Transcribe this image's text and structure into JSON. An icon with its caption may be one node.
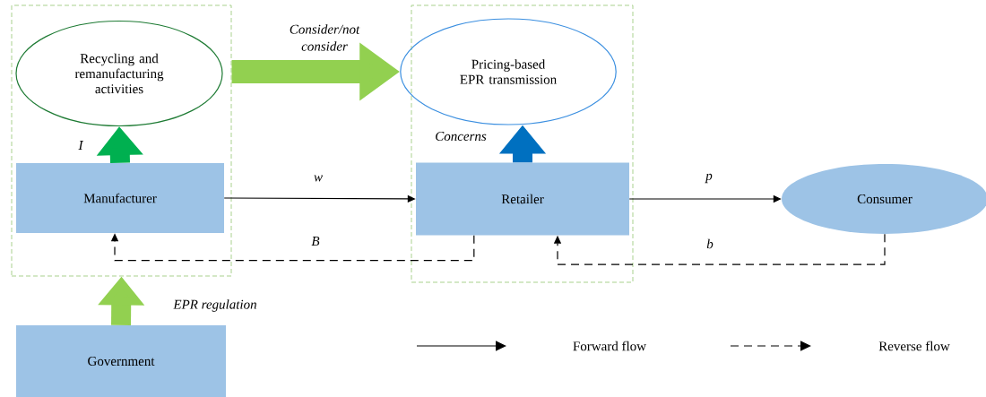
{
  "diagram": {
    "nodes": [
      {
        "text": [],
        "shape": "box"
      },
      {
        "text": [
          "Recycling and remanufacturing activities"
        ],
        "in": 0
      },
      {
        "text": [
          "Manufacturer"
        ],
        "in": 0
      },
      {
        "text": [],
        "shape": "box"
      },
      {
        "text": [
          "Pricing-based EPR transmission"
        ],
        "in": 3
      },
      {
        "text": [
          "Retailer"
        ],
        "in": 3
      },
      {
        "text": [
          "Consumer"
        ]
      },
      {
        "text": [
          "Government"
        ]
      }
    ],
    "edges": [
      {
        "from": 0,
        "to": 4,
        "arrow": "to",
        "label": "Consider/not consider",
        "style": "thick",
        "color": "#92d050"
      },
      {
        "from": 2,
        "to": 1,
        "arrow": "to",
        "label": "I",
        "style": "thick",
        "color": "#00b050"
      },
      {
        "from": 5,
        "to": 4,
        "arrow": "to",
        "label": "Concerns",
        "style": "thick",
        "color": "#0070c0"
      },
      {
        "from": 2,
        "to": 5,
        "arrow": "to",
        "label": "w"
      },
      {
        "from": 5,
        "to": 6,
        "arrow": "to",
        "label": "p"
      },
      {
        "from": 5,
        "to": 2,
        "arrow": "to",
        "label": "B",
        "style": "dashed"
      },
      {
        "from": 6,
        "to": 5,
        "arrow": "to",
        "label": "b",
        "style": "dashed"
      },
      {
        "from": 7,
        "to": 0,
        "arrow": "to",
        "label": "EPR regulation",
        "style": "thick",
        "color": "#92d050"
      }
    ],
    "legend": [
      {
        "text": "Forward flow"
      },
      {
        "text": "Reverse flow"
      }
    ]
  }
}
